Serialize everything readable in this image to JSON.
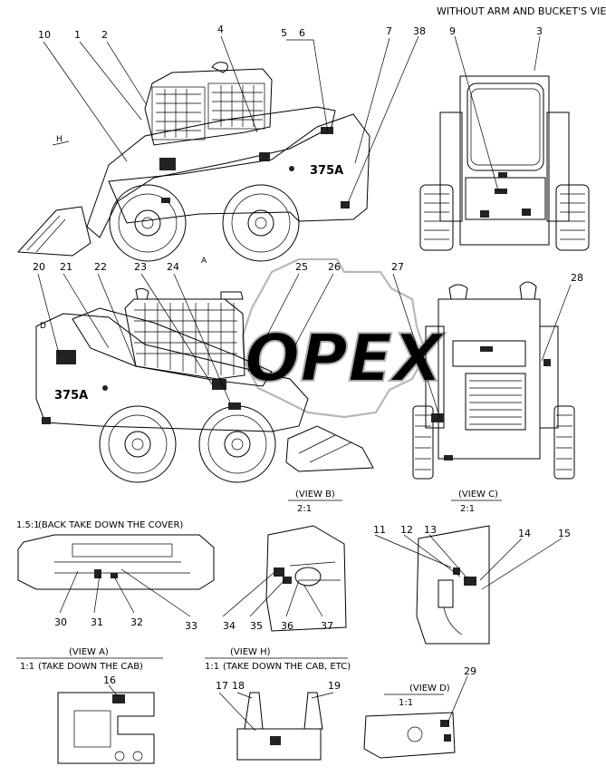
{
  "header": {
    "title": "WITHOUT ARM AND BUCKET'S VIEW"
  },
  "watermark": {
    "text": "OPEX"
  },
  "machine_marks": {
    "model_side_1": "375A",
    "model_side_2": "375A",
    "view_a_arrow": "A",
    "view_h_arrow": "H",
    "view_d_arrow": "D"
  },
  "views": {
    "back_cover": {
      "scale": "1.5:1",
      "caption": "(BACK TAKE DOWN  THE COVER)"
    },
    "view_b": {
      "title": "(VIEW B)",
      "scale": "2:1"
    },
    "view_c": {
      "title": "(VIEW C)",
      "scale": "2:1"
    },
    "view_a": {
      "title": "(VIEW A)",
      "scale": "1:1",
      "caption": "(TAKE DOWN THE CAB)"
    },
    "view_h": {
      "title": "(VIEW H)",
      "scale": "1:1",
      "caption": "(TAKE DOWN THE CAB, ETC)"
    },
    "view_d": {
      "title": "(VIEW D)",
      "scale": "1:1"
    }
  },
  "callouts": [
    "1",
    "2",
    "3",
    "4",
    "5",
    "6",
    "7",
    "9",
    "10",
    "11",
    "12",
    "13",
    "14",
    "15",
    "16",
    "17",
    "18",
    "19",
    "20",
    "21",
    "22",
    "23",
    "24",
    "25",
    "26",
    "27",
    "28",
    "29",
    "30",
    "31",
    "32",
    "33",
    "34",
    "35",
    "36",
    "37",
    "38"
  ]
}
